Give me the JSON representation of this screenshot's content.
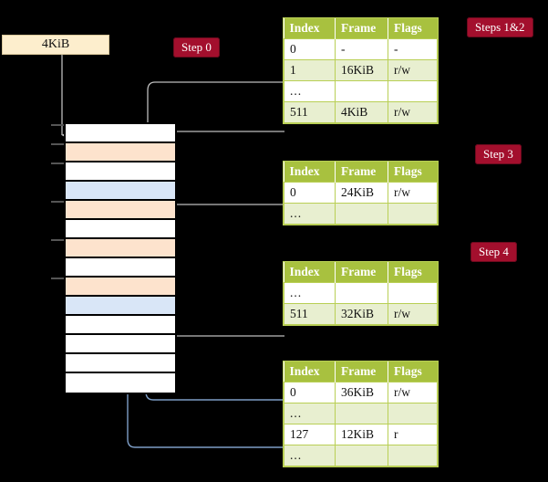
{
  "diagram": {
    "title": "page-table-walk",
    "virtual_address_box": {
      "label": "4KiB"
    },
    "badges": [
      {
        "name": "step-0",
        "label": "Step 0"
      },
      {
        "name": "steps-1-2",
        "label": "Steps 1&2"
      },
      {
        "name": "step-3",
        "label": "Step 3"
      },
      {
        "name": "step-4",
        "label": "Step 4"
      }
    ],
    "columns": [
      "Index",
      "Frame",
      "Flags"
    ],
    "tables": [
      {
        "name": "page-table-level-0",
        "rows": [
          {
            "index": "0",
            "frame": "-",
            "flags": "-",
            "style": "plain",
            "highlight": false
          },
          {
            "index": "1",
            "frame": "16KiB",
            "flags": "r/w",
            "style": "alt",
            "highlight": false
          },
          {
            "index": "...",
            "frame": "",
            "flags": "",
            "style": "plain",
            "highlight": false
          },
          {
            "index": "511",
            "frame": "4KiB",
            "flags": "r/w",
            "style": "alt",
            "highlight": true
          }
        ]
      },
      {
        "name": "page-table-level-1",
        "rows": [
          {
            "index": "0",
            "frame": "24KiB",
            "flags": "r/w",
            "style": "plain",
            "highlight": false
          },
          {
            "index": "...",
            "frame": "",
            "flags": "",
            "style": "alt",
            "highlight": false
          }
        ]
      },
      {
        "name": "page-table-level-2",
        "rows": [
          {
            "index": "...",
            "frame": "",
            "flags": "",
            "style": "plain",
            "highlight": false
          },
          {
            "index": "511",
            "frame": "32KiB",
            "flags": "r/w",
            "style": "alt",
            "highlight": false
          }
        ]
      },
      {
        "name": "page-table-level-3",
        "rows": [
          {
            "index": "0",
            "frame": "36KiB",
            "flags": "r/w",
            "style": "plain",
            "highlight": false
          },
          {
            "index": "...",
            "frame": "",
            "flags": "",
            "style": "alt",
            "highlight": false
          },
          {
            "index": "127",
            "frame": "12KiB",
            "flags": "r",
            "style": "plain",
            "highlight": false
          },
          {
            "index": "...",
            "frame": "",
            "flags": "",
            "style": "alt",
            "highlight": false
          }
        ]
      }
    ],
    "memory_column": {
      "name": "physical-memory",
      "cells": [
        {
          "fill": "white"
        },
        {
          "fill": "peach"
        },
        {
          "fill": "white"
        },
        {
          "fill": "blue"
        },
        {
          "fill": "peach"
        },
        {
          "fill": "white"
        },
        {
          "fill": "peach"
        },
        {
          "fill": "white"
        },
        {
          "fill": "peach"
        },
        {
          "fill": "blue"
        },
        {
          "fill": "white"
        },
        {
          "fill": "white"
        },
        {
          "fill": "white"
        },
        {
          "fill": "white"
        }
      ]
    },
    "colors": {
      "background": "#000000",
      "badge": "#a30f2d",
      "table_header": "#a8c13f",
      "table_alt_row": "#e8efd0",
      "table_border": "#b9cf55",
      "highlight": "#fdf7a6",
      "va_box": "#fdeecd",
      "mem_peach": "#fde3cd",
      "mem_blue": "#d9e6f7",
      "wire_gray": "#bbbbbb",
      "wire_blue": "#6d8fc0"
    }
  }
}
